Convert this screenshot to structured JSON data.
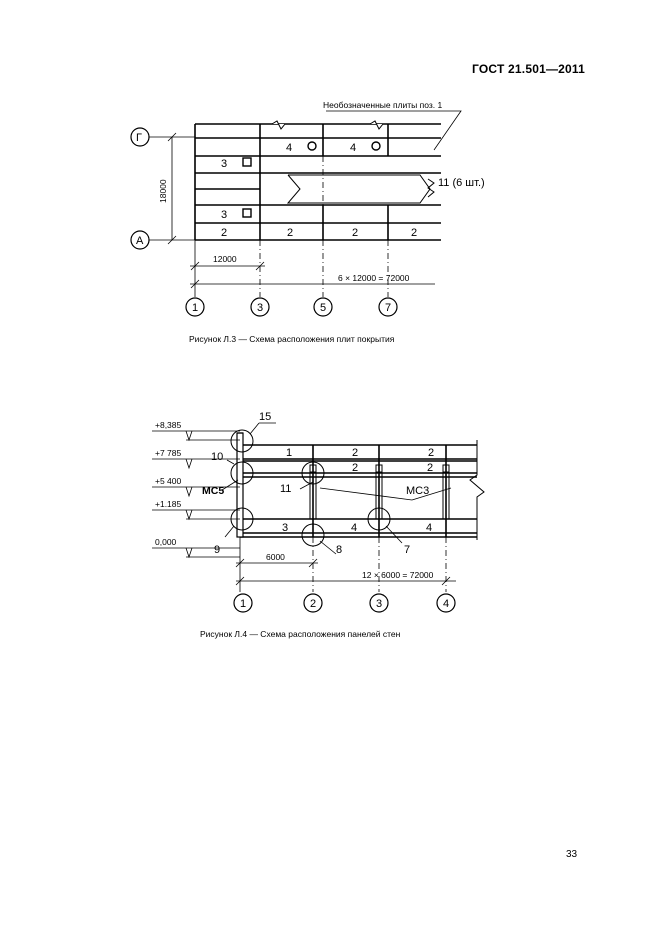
{
  "header": {
    "standard": "ГОСТ 21.501—2011"
  },
  "figure1": {
    "caption": "Рисунок  Л.3 — Схема расположения плит покрытия",
    "note": "Необозначенные плиты поз. 1",
    "axis_rows": [
      "Г",
      "А"
    ],
    "axis_cols": [
      "1",
      "3",
      "5",
      "7"
    ],
    "dim_height": "18000",
    "dim_span": "12000",
    "dim_total": "6 × 12000 = 72000",
    "labels": {
      "top_4a": "4",
      "top_4b": "4",
      "row2_3": "3",
      "row5_3": "3",
      "bottom_2": [
        "2",
        "2",
        "2",
        "2"
      ],
      "callout_11": "11 (6 шт.)"
    }
  },
  "figure2": {
    "caption": "Рисунок  Л.4 — Схема расположения панелей стен",
    "elevations": [
      "+8,385",
      "+7 785",
      "+5 400",
      "+1.185",
      "0,000"
    ],
    "axis_cols": [
      "1",
      "2",
      "3",
      "4"
    ],
    "dim_span": "6000",
    "dim_total": "12 × 6000 = 72000",
    "labels": {
      "l15": "15",
      "l10": "10",
      "mc5": "МС5",
      "l9": "9",
      "l11": "11",
      "mc3": "МС3",
      "l8": "8",
      "l7": "7",
      "row1": [
        "1",
        "2",
        "2"
      ],
      "row2": [
        "2",
        "2"
      ],
      "row3": [
        "3",
        "4",
        "4"
      ]
    }
  },
  "footer": {
    "page": "33"
  }
}
